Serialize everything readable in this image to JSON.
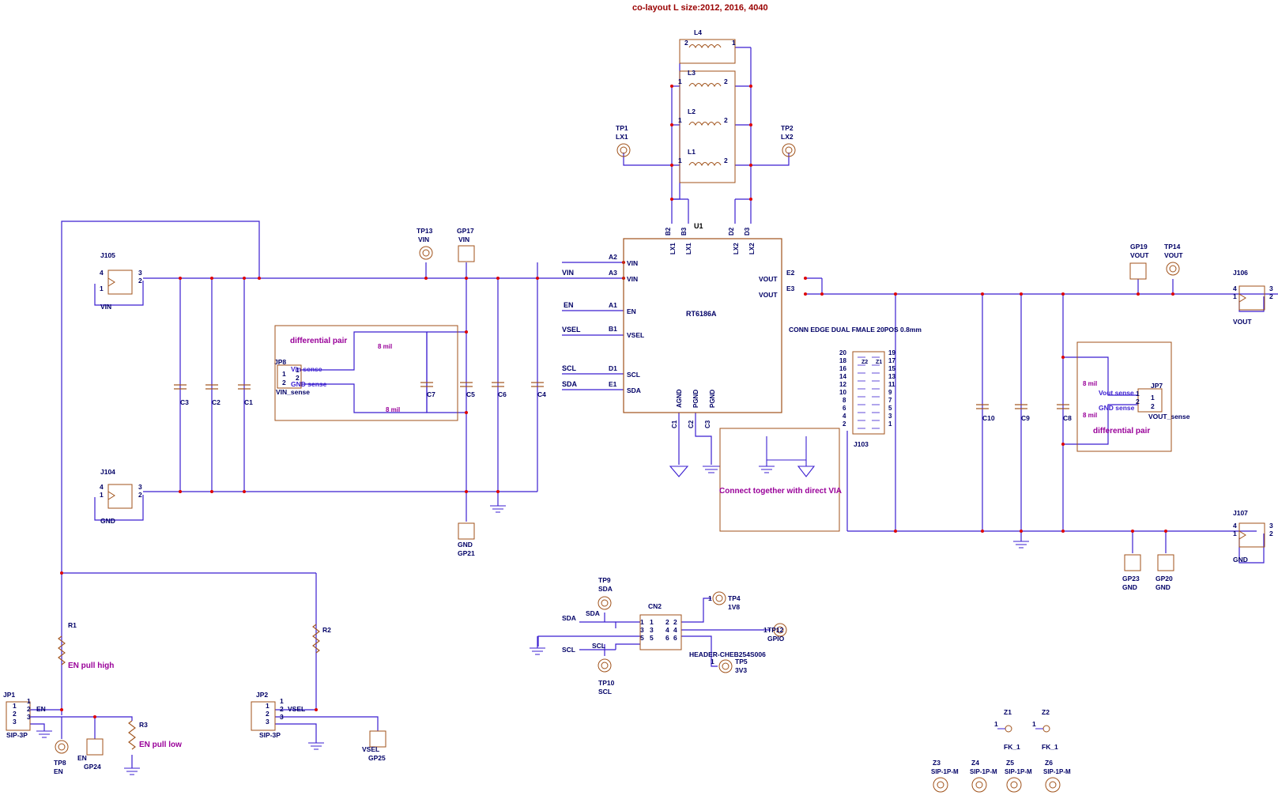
{
  "header": {
    "note": "co-layout L size:2012, 2016, 4040"
  },
  "u1": {
    "ref": "U1",
    "part": "RT6186A",
    "pins": {
      "a2": "A2",
      "vin1": "VIN",
      "a3": "A3",
      "vin2": "VIN",
      "a1": "A1",
      "en": "EN",
      "b1": "B1",
      "vsel": "VSEL",
      "d1": "D1",
      "scl": "SCL",
      "e1": "E1",
      "sda": "SDA",
      "e2": "E2",
      "vout1": "VOUT",
      "e3": "E3",
      "vout2": "VOUT",
      "b2": "B2",
      "b3": "B3",
      "d2": "D2",
      "d3": "D3",
      "lx1a": "LX1",
      "lx1b": "LX1",
      "lx2a": "LX2",
      "lx2b": "LX2",
      "agnd": "AGND",
      "pgnd1": "PGND",
      "pgnd2": "PGND",
      "c1": "C1",
      "c2": "C2",
      "c3": "C3"
    }
  },
  "nets": {
    "vin": "VIN",
    "en": "EN",
    "vsel": "VSEL",
    "scl": "SCL",
    "sda": "SDA"
  },
  "inductors": {
    "l4": "L4",
    "l3": "L3",
    "l2": "L2",
    "l1": "L1",
    "pin1": "1",
    "pin2": "2"
  },
  "testpoints": {
    "tp1": "TP1",
    "lx1": "LX1",
    "tp2": "TP2",
    "lx2": "LX2",
    "tp13": "TP13",
    "tp13_net": "VIN",
    "gp17": "GP17",
    "gp17_net": "VIN",
    "gp19": "GP19",
    "gp19_net": "VOUT",
    "tp14": "TP14",
    "tp14_net": "VOUT",
    "gp21_net": "GND",
    "gp21": "GP21",
    "gp23": "GP23",
    "gp23_net": "GND",
    "gp20": "GP20",
    "gp20_net": "GND",
    "tp9": "TP9",
    "tp9_net": "SDA",
    "tp10": "TP10",
    "tp10_net": "SCL",
    "tp4": "TP4",
    "tp4_net": "1V8",
    "tp12": "TP12",
    "tp12_net": "GPIO",
    "tp5": "TP5",
    "tp5_net": "3V3",
    "tp8": "TP8",
    "tp8_net": "EN",
    "gp24_net": "EN",
    "gp24": "GP24",
    "gp25_net": "VSEL",
    "gp25": "GP25"
  },
  "connectors": {
    "j105": "J105",
    "j105_net": "VIN",
    "j104": "J104",
    "j104_net": "GND",
    "j106": "J106",
    "j106_net": "VOUT",
    "j107": "J107",
    "j107_net": "GND",
    "jp8": "JP8",
    "jp8_net": "VIN_sense",
    "vin_sense": "Vin sense",
    "gnd_sense_l": "GND sense",
    "jp7": "JP7",
    "jp7_net": "VOUT_sense",
    "vout_sense": "Vout sense",
    "gnd_sense_r": "GND sense",
    "j103": "J103",
    "j103_desc": "CONN EDGE DUAL FMALE 20POS 0.8mm",
    "z22": "Z2",
    "z21": "Z1",
    "cn2": "CN2",
    "cn2_part": "HEADER-CHEB254S006",
    "jp1": "JP1",
    "jp1_part": "SIP-3P",
    "jp2": "JP2",
    "jp2_part": "SIP-3P",
    "pin1": "1",
    "pin2": "2",
    "pin3": "3",
    "pin4": "4",
    "pin5": "5",
    "pin6": "6"
  },
  "j103_pins": {
    "left": [
      "20",
      "18",
      "16",
      "14",
      "12",
      "10",
      "8",
      "6",
      "4",
      "2"
    ],
    "right": [
      "19",
      "17",
      "15",
      "13",
      "11",
      "9",
      "7",
      "5",
      "3",
      "1"
    ]
  },
  "capacitors": {
    "c3": "C3",
    "c2": "C2",
    "c1": "C1",
    "c7": "C7",
    "c5": "C5",
    "c6": "C6",
    "c4": "C4",
    "c10": "C10",
    "c9": "C9",
    "c8": "C8"
  },
  "resistors": {
    "r1": "R1",
    "r2": "R2",
    "r3": "R3"
  },
  "annotations": {
    "diff_pair_l": "differential pair",
    "diff_pair_r": "differential pair",
    "mil_8": "8 mil",
    "connect_note": "Connect together with direct VIA",
    "en_pull_high": "EN pull high",
    "en_pull_low": "EN pull low"
  },
  "fk": {
    "z1": "Z1",
    "z2": "Z2",
    "fk1": "FK_1",
    "fk2": "FK_1"
  },
  "sip": {
    "z3": "Z3",
    "z4": "Z4",
    "z5": "Z5",
    "z6": "Z6",
    "part": "SIP-1P-M"
  },
  "colors": {
    "wire": "#3b1fd0",
    "part": "#a0521a",
    "ref": "#000066",
    "note": "#990099",
    "title": "#990000",
    "junction": "#dd0000"
  }
}
